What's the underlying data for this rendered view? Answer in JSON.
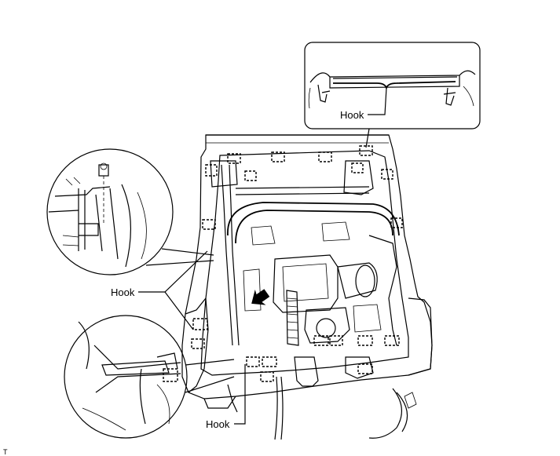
{
  "labels": {
    "hook_top": "Hook",
    "hook_left": "Hook",
    "hook_bottom": "Hook"
  },
  "figure_code": "T"
}
